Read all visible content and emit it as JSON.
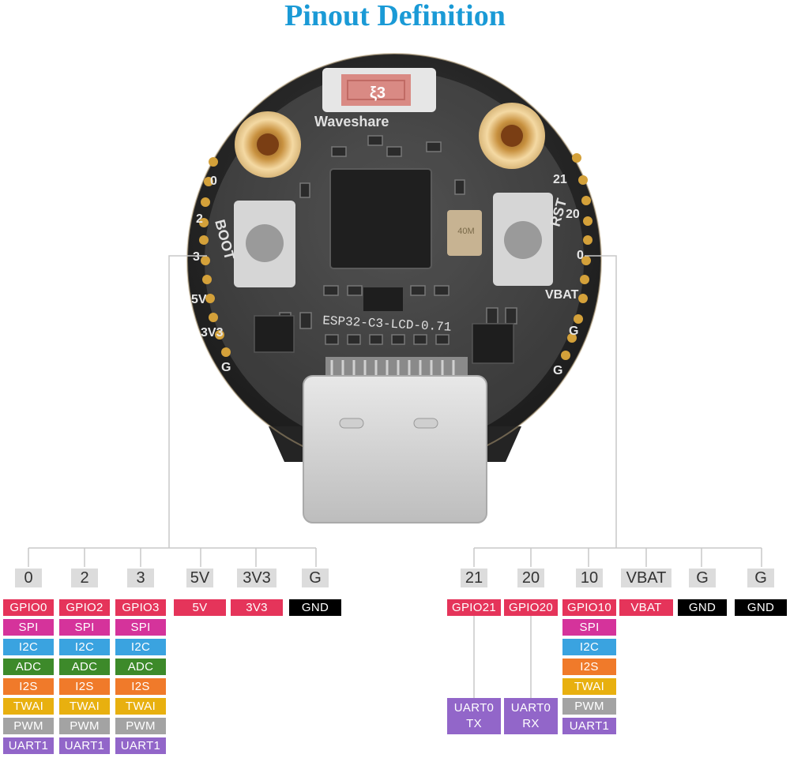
{
  "title": "Pinout Definition",
  "colors": {
    "title": "#1a9ad6",
    "gpio": "#e5345a",
    "spi": "#d5339b",
    "i2c": "#3aa3e0",
    "adc": "#3d8a2a",
    "i2s": "#f07a2a",
    "twai": "#e8b00f",
    "pwm": "#a3a3a3",
    "uart": "#9266c9",
    "power": "#e5345a",
    "gnd": "#000000",
    "pinlabel_bg": "#dcdcdc",
    "line": "#c8c8c8"
  },
  "board": {
    "brand": "Waveshare",
    "model": "ESP32-C3-LCD-0.71",
    "button_left": "BOOT",
    "button_right": "RST",
    "crystal": "40M",
    "left_pads": [
      "0",
      "2",
      "3",
      "5V",
      "3V3",
      "G"
    ],
    "right_pads": [
      "21",
      "20",
      "0",
      "VBAT",
      "G",
      "G"
    ]
  },
  "left_columns": [
    {
      "pin": "0",
      "tags": [
        "GPIO0",
        "SPI",
        "I2C",
        "ADC",
        "I2S",
        "TWAI",
        "PWM",
        "UART1"
      ]
    },
    {
      "pin": "2",
      "tags": [
        "GPIO2",
        "SPI",
        "I2C",
        "ADC",
        "I2S",
        "TWAI",
        "PWM",
        "UART1"
      ]
    },
    {
      "pin": "3",
      "tags": [
        "GPIO3",
        "SPI",
        "I2C",
        "ADC",
        "I2S",
        "TWAI",
        "PWM",
        "UART1"
      ]
    },
    {
      "pin": "5V",
      "tags": [
        "5V"
      ]
    },
    {
      "pin": "3V3",
      "tags": [
        "3V3"
      ]
    },
    {
      "pin": "G",
      "tags": [
        "GND"
      ]
    }
  ],
  "right_columns": [
    {
      "pin": "21",
      "tags": [
        "GPIO21"
      ],
      "bottom": [
        "UART0",
        "TX"
      ]
    },
    {
      "pin": "20",
      "tags": [
        "GPIO20"
      ],
      "bottom": [
        "UART0",
        "RX"
      ]
    },
    {
      "pin": "10",
      "tags": [
        "GPIO10",
        "SPI",
        "I2C",
        "I2S",
        "TWAI",
        "PWM",
        "UART1"
      ]
    },
    {
      "pin": "VBAT",
      "tags": [
        "VBAT"
      ]
    },
    {
      "pin": "G",
      "tags": [
        "GND"
      ]
    },
    {
      "pin": "G",
      "tags": [
        "GND"
      ]
    }
  ]
}
